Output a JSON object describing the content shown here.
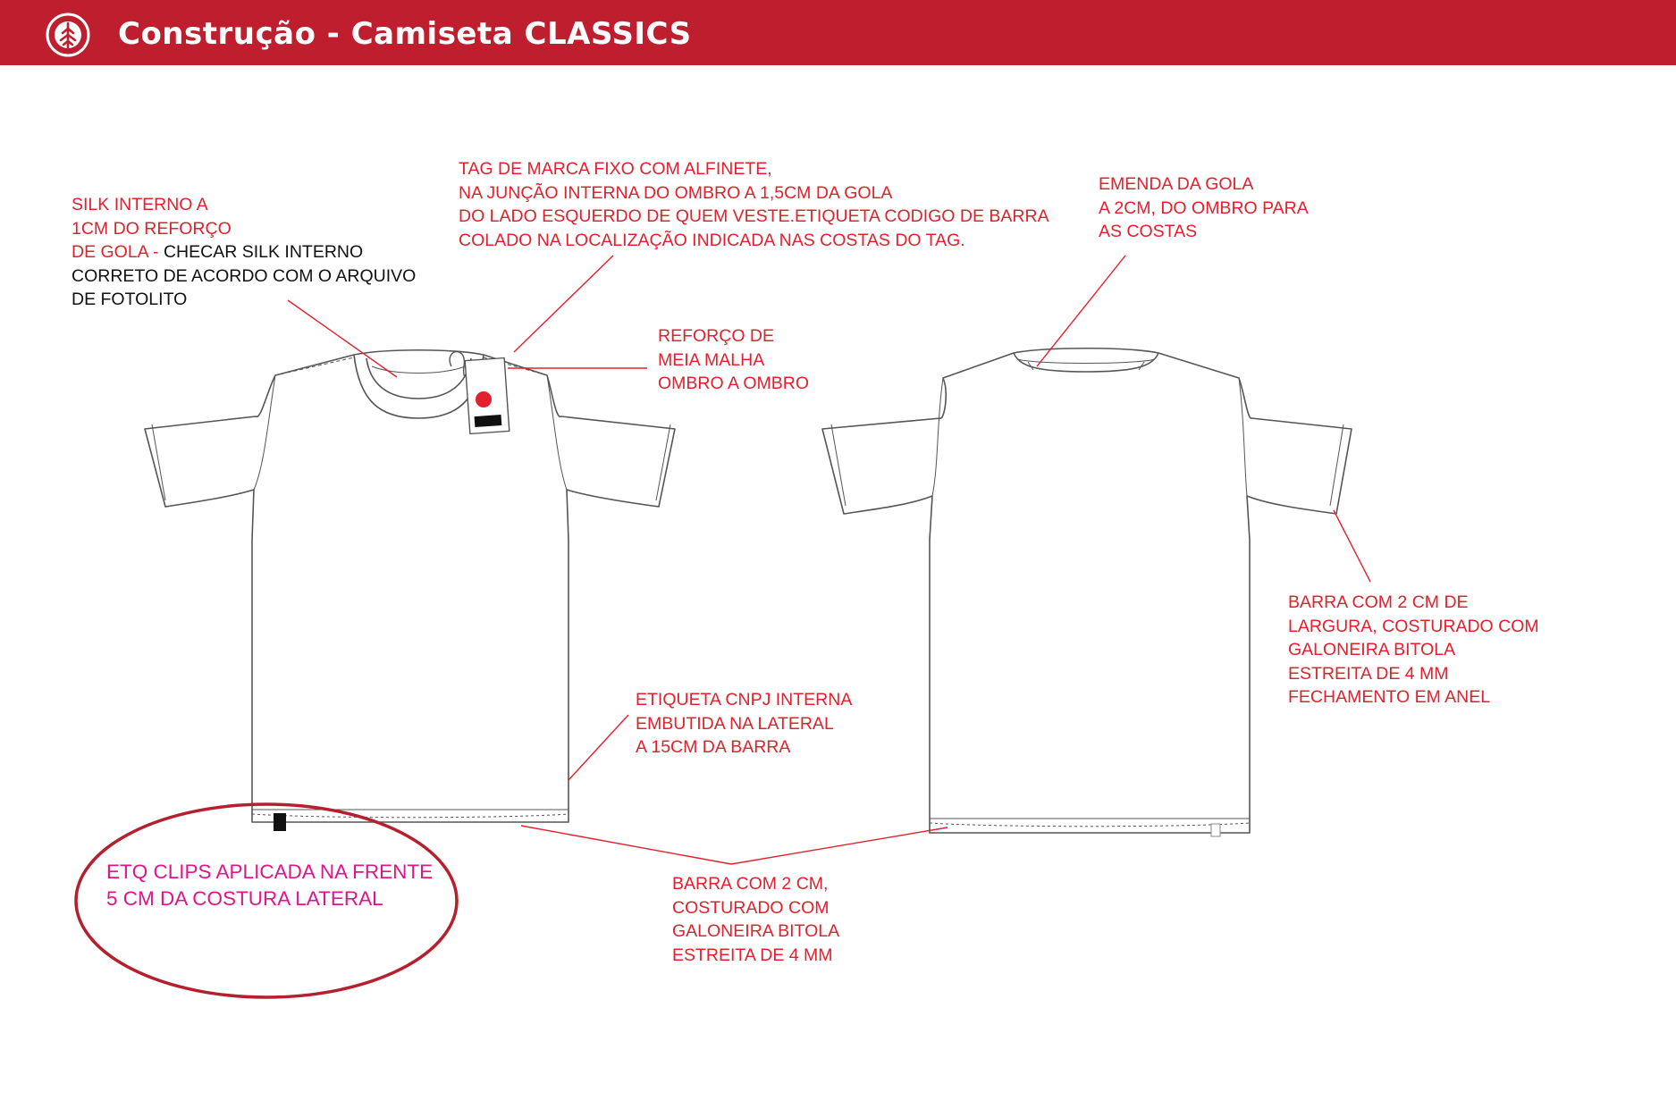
{
  "header": {
    "title": "Construção - Camiseta CLASSICS",
    "bar_color": "#bf1e2e",
    "logo_icon": "element-tree-logo-icon"
  },
  "colors": {
    "callout_red": "#e3202d",
    "highlight_pink": "#e0158a",
    "ellipse_red": "#b5202e",
    "garment_line": "#555555"
  },
  "notes": {
    "silk_red": "SILK INTERNO A\n1CM DO REFORÇO\nDE GOLA - ",
    "silk_black": "CHECAR SILK INTERNO\nCORRETO DE ACORDO COM O ARQUIVO\nDE FOTOLITO",
    "tag": "TAG DE MARCA FIXO COM ALFINETE,\nNA JUNÇÃO INTERNA DO OMBRO A 1,5CM DA GOLA\nDO LADO ESQUERDO DE QUEM VESTE.ETIQUETA CODIGO DE BARRA\nCOLADO NA  LOCALIZAÇÃO INDICADA NAS COSTAS DO TAG.",
    "reforco": "REFORÇO DE\nMEIA MALHA\nOMBRO A OMBRO",
    "emenda": "EMENDA DA GOLA\nA 2CM, DO OMBRO PARA\nAS COSTAS",
    "cnpj": "ETIQUETA CNPJ INTERNA\nEMBUTIDA NA LATERAL\nA 15CM DA BARRA",
    "barra_manga": "BARRA COM 2 CM DE\nLARGURA, COSTURADO COM\nGALONEIRA BITOLA\nESTREITA DE 4 MM\nFECHAMENTO EM ANEL",
    "barra": "BARRA COM 2 CM,\n COSTURADO COM\nGALONEIRA BITOLA\nESTREITA DE 4 MM",
    "etq_clips": "ETQ CLIPS APLICADA NA FRENTE\n5 CM DA COSTURA LATERAL"
  }
}
